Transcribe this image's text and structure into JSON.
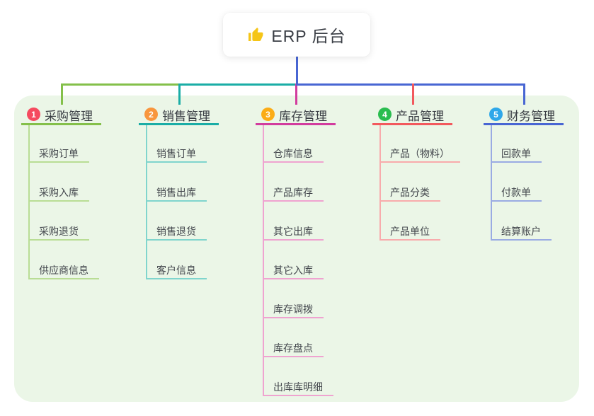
{
  "root": {
    "label": "ERP 后台",
    "icon": "thumbs-up-icon"
  },
  "colors": {
    "panel_bg": "#ebf6e7",
    "root_connector": "#4866d3",
    "root_text": "#3b3f46",
    "topic_text": "#3a3e44",
    "child_text": "#43474d",
    "thumb_icon": "#f5c518"
  },
  "branches": [
    {
      "badge": "1",
      "badge_color": "#f54a5f",
      "line_color": "#84c04a",
      "child_line_color": "#b9dd95",
      "title": "采购管理",
      "children": [
        "采购订单",
        "采购入库",
        "采购退货",
        "供应商信息"
      ]
    },
    {
      "badge": "2",
      "badge_color": "#f8963d",
      "line_color": "#1aada6",
      "child_line_color": "#80d5cd",
      "title": "销售管理",
      "children": [
        "销售订单",
        "销售出库",
        "销售退货",
        "客户信息"
      ]
    },
    {
      "badge": "3",
      "badge_color": "#fbac16",
      "line_color": "#d23c9e",
      "child_line_color": "#efa3d0",
      "title": "库存管理",
      "children": [
        "仓库信息",
        "产品库存",
        "其它出库",
        "其它入库",
        "库存调拨",
        "库存盘点",
        "出库库明细"
      ]
    },
    {
      "badge": "4",
      "badge_color": "#2abd4f",
      "line_color": "#f2595d",
      "child_line_color": "#f8abac",
      "title": "产品管理",
      "children": [
        "产品（物料）",
        "产品分类",
        "产品单位"
      ]
    },
    {
      "badge": "5",
      "badge_color": "#2ea7e9",
      "line_color": "#4866d3",
      "child_line_color": "#9aabe3",
      "title": "财务管理",
      "children": [
        "回款单",
        "付款单",
        "结算账户"
      ]
    }
  ]
}
